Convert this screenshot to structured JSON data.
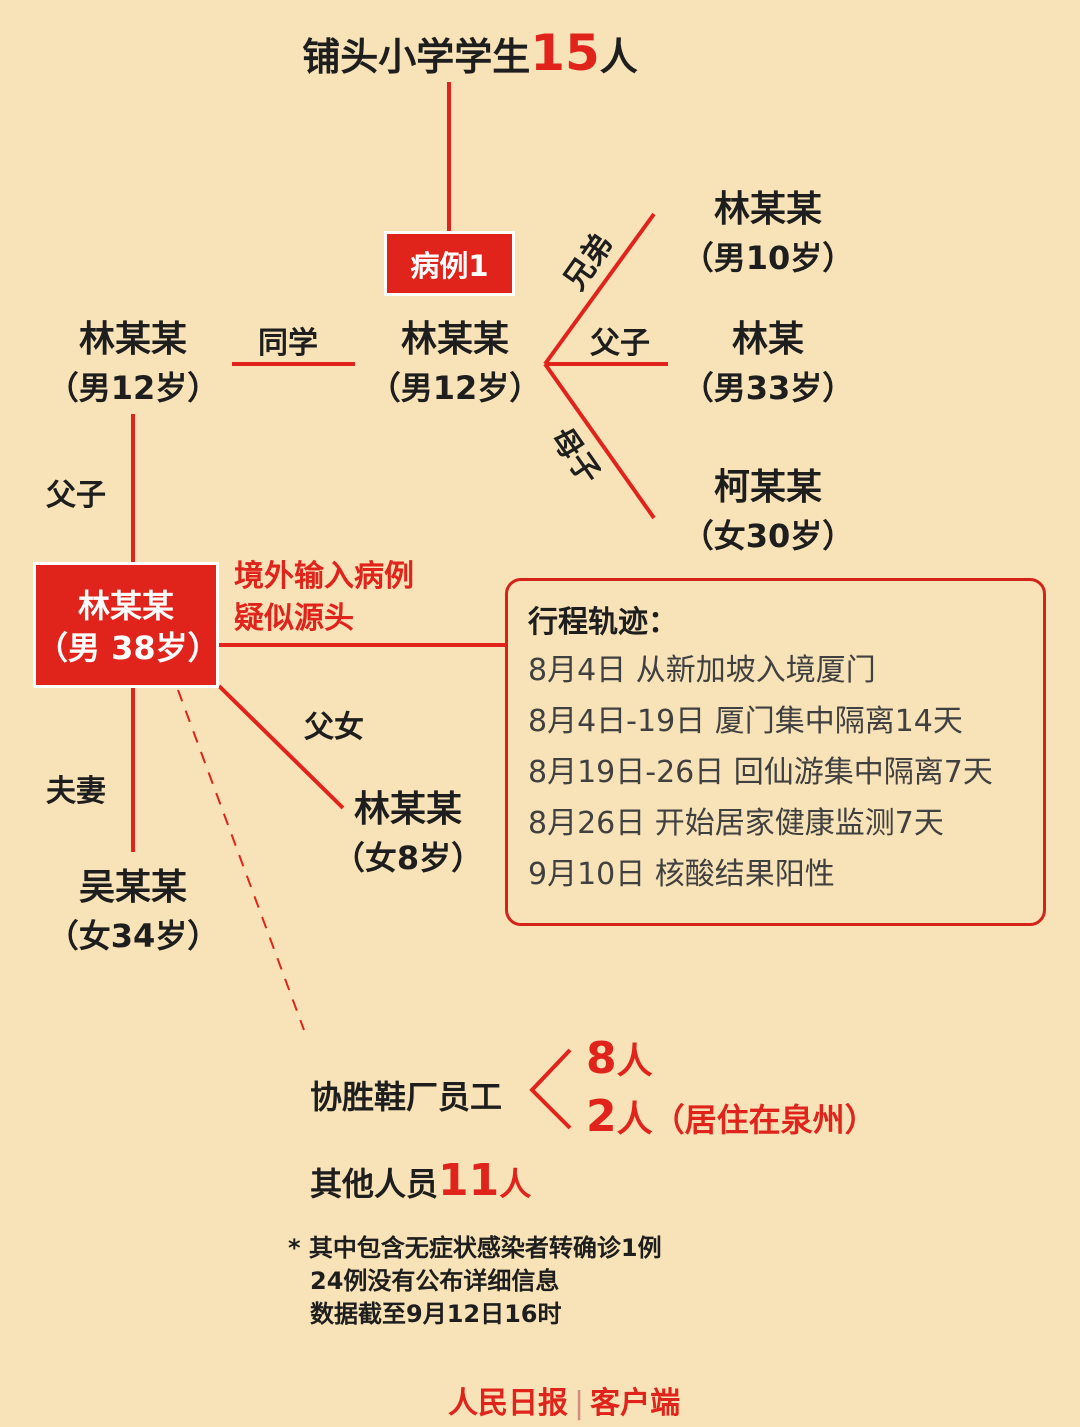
{
  "header": {
    "prefix": "铺头小学学生",
    "count": "15",
    "unit": "人"
  },
  "case1_label": "病例1",
  "center_person": {
    "name": "林某某",
    "age": "（男12岁）"
  },
  "classmate": {
    "name": "林某某",
    "age": "（男12岁）",
    "relation": "同学"
  },
  "brother": {
    "relation": "兄弟",
    "name": "林某某",
    "age": "（男10岁）"
  },
  "father": {
    "relation": "父子",
    "name": "林某",
    "age": "（男33岁）"
  },
  "mother": {
    "relation": "母子",
    "name": "柯某某",
    "age": "（女30岁）"
  },
  "classmate_father_relation": "父子",
  "source": {
    "name": "林某某",
    "age": "（男 38岁）",
    "note_line1": "境外输入病例",
    "note_line2": "疑似源头"
  },
  "daughter": {
    "relation": "父女",
    "name": "林某某",
    "age": "（女8岁）"
  },
  "wife": {
    "relation": "夫妻",
    "name": "吴某某",
    "age": "（女34岁）"
  },
  "itinerary": {
    "title": "行程轨迹：",
    "items": [
      "8月4日 从新加坡入境厦门",
      "8月4日-19日 厦门集中隔离14天",
      "8月19日-26日 回仙游集中隔离7天",
      "8月26日 开始居家健康监测7天",
      "9月10日 核酸结果阳性"
    ]
  },
  "factory": {
    "label": "协胜鞋厂员工",
    "count1": "8",
    "unit1": "人",
    "count2": "2",
    "unit2": "人",
    "note2": "（居住在泉州）"
  },
  "others": {
    "label": "其他人员",
    "count": "11",
    "unit": "人"
  },
  "footnote": {
    "line1": "* 其中包含无症状感染者转确诊1例",
    "line2": "24例没有公布详细信息",
    "line3": "数据截至9月12日16时"
  },
  "brand": {
    "name": "人民日报",
    "suffix": "客户端"
  },
  "colors": {
    "background": "#f8e3b8",
    "accent": "#e0241b"
  }
}
